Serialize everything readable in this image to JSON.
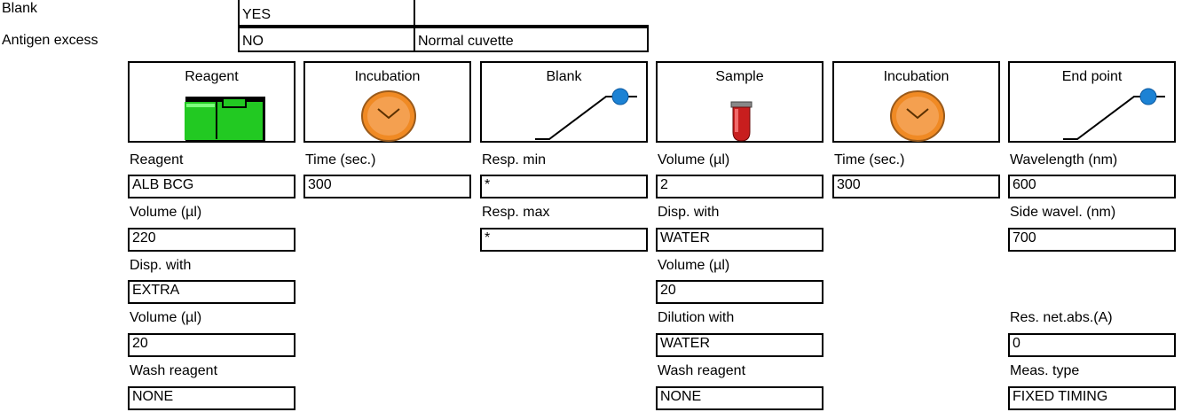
{
  "top": {
    "blank_label": "Blank",
    "blank_value": "YES",
    "antigen_label": "Antigen excess",
    "antigen_value": "NO",
    "cuvette": "Normal cuvette"
  },
  "steps": [
    {
      "title": "Reagent",
      "icon": "reagent-bottle-icon",
      "fields": [
        {
          "label": "Reagent",
          "value": "ALB BCG"
        },
        {
          "label": "Volume (µl)",
          "value": "220"
        },
        {
          "label": "Disp. with",
          "value": "EXTRA"
        },
        {
          "label": "Volume (µl)",
          "value": "20"
        },
        {
          "label": "Wash reagent",
          "value": "NONE"
        }
      ]
    },
    {
      "title": "Incubation",
      "icon": "clock-icon",
      "fields": [
        {
          "label": "Time (sec.)",
          "value": "300"
        }
      ]
    },
    {
      "title": "Blank",
      "icon": "absorbance-curve-icon",
      "fields": [
        {
          "label": "Resp. min",
          "value": "*"
        },
        {
          "label": "Resp. max",
          "value": "*"
        }
      ]
    },
    {
      "title": "Sample",
      "icon": "sample-tube-icon",
      "fields": [
        {
          "label": "Volume (µl)",
          "value": "2"
        },
        {
          "label": "Disp. with",
          "value": "WATER"
        },
        {
          "label": "Volume (µl)",
          "value": "20"
        },
        {
          "label": "Dilution with",
          "value": "WATER"
        },
        {
          "label": "Wash reagent",
          "value": "NONE"
        }
      ]
    },
    {
      "title": "Incubation",
      "icon": "clock-icon",
      "fields": [
        {
          "label": "Time (sec.)",
          "value": "300"
        }
      ]
    },
    {
      "title": "End point",
      "icon": "absorbance-curve-icon",
      "fields": [
        {
          "label": "Wavelength (nm)",
          "value": "600"
        },
        {
          "label": "Side wavel. (nm)",
          "value": "700"
        },
        {
          "label": "Res. net.abs.(A)",
          "value": "0"
        },
        {
          "label": "Meas. type",
          "value": "FIXED TIMING"
        }
      ]
    }
  ],
  "colors": {
    "reagent_green": "#22c922",
    "clock_orange": "#f08a24",
    "dot_blue": "#1c82d4",
    "tube_red": "#c81e1e"
  }
}
